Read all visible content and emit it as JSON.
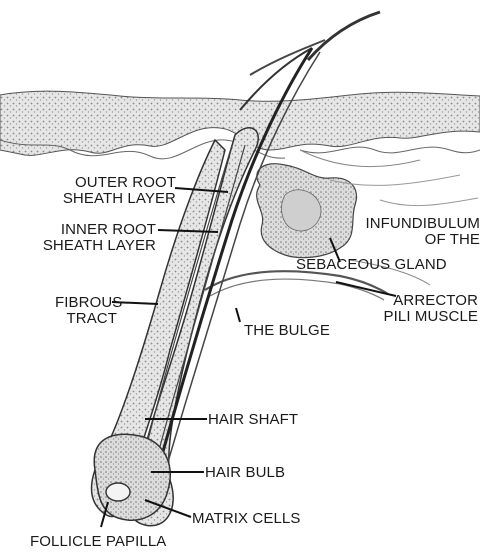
{
  "diagram": {
    "labels": {
      "outer_root_sheath": "OUTER ROOT\nSHEATH LAYER",
      "inner_root_sheath": "INNER ROOT\nSHEATH LAYER",
      "fibrous_tract": "FIBROUS\nTRACT",
      "infundibulum": "INFUNDIBULUM\nOF THE",
      "sebaceous_gland": "SEBACEOUS GLAND",
      "arrector_pili": "ARRECTOR\nPILI MUSCLE",
      "the_bulge": "THE BULGE",
      "hair_shaft": "HAIR SHAFT",
      "hair_bulb": "HAIR BULB",
      "matrix_cells": "MATRIX CELLS",
      "follicle_papilla": "FOLLICLE PAPILLA"
    }
  }
}
